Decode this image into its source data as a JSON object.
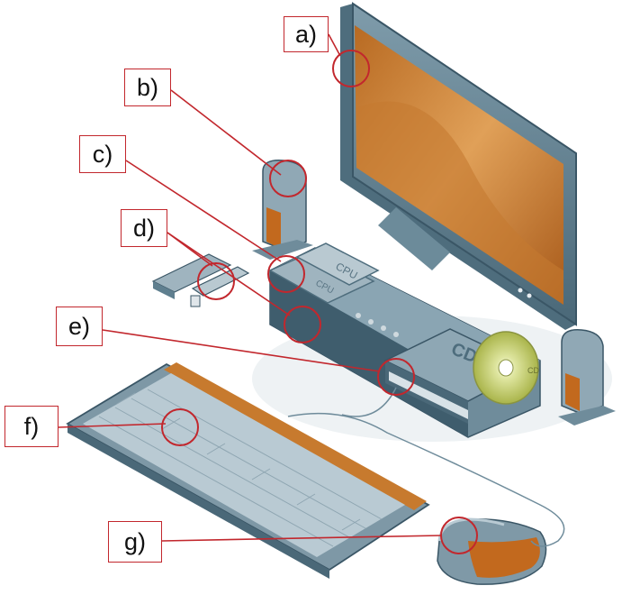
{
  "labels": {
    "a": "a)",
    "b": "b)",
    "c": "c)",
    "d": "d)",
    "e": "e)",
    "f": "f)",
    "g": "g)"
  },
  "device_text": {
    "cpu_top": "CPU",
    "cpu_bottom": "CPU",
    "cd_drive": "CD",
    "cd_disc": "CD"
  },
  "colors": {
    "callout": "#c2272d",
    "monitor_body": "#5f7f8f",
    "screen_orange": "#d4893e",
    "keyboard_accent": "#c77a2e",
    "mouse_body": "#6f8a99"
  }
}
